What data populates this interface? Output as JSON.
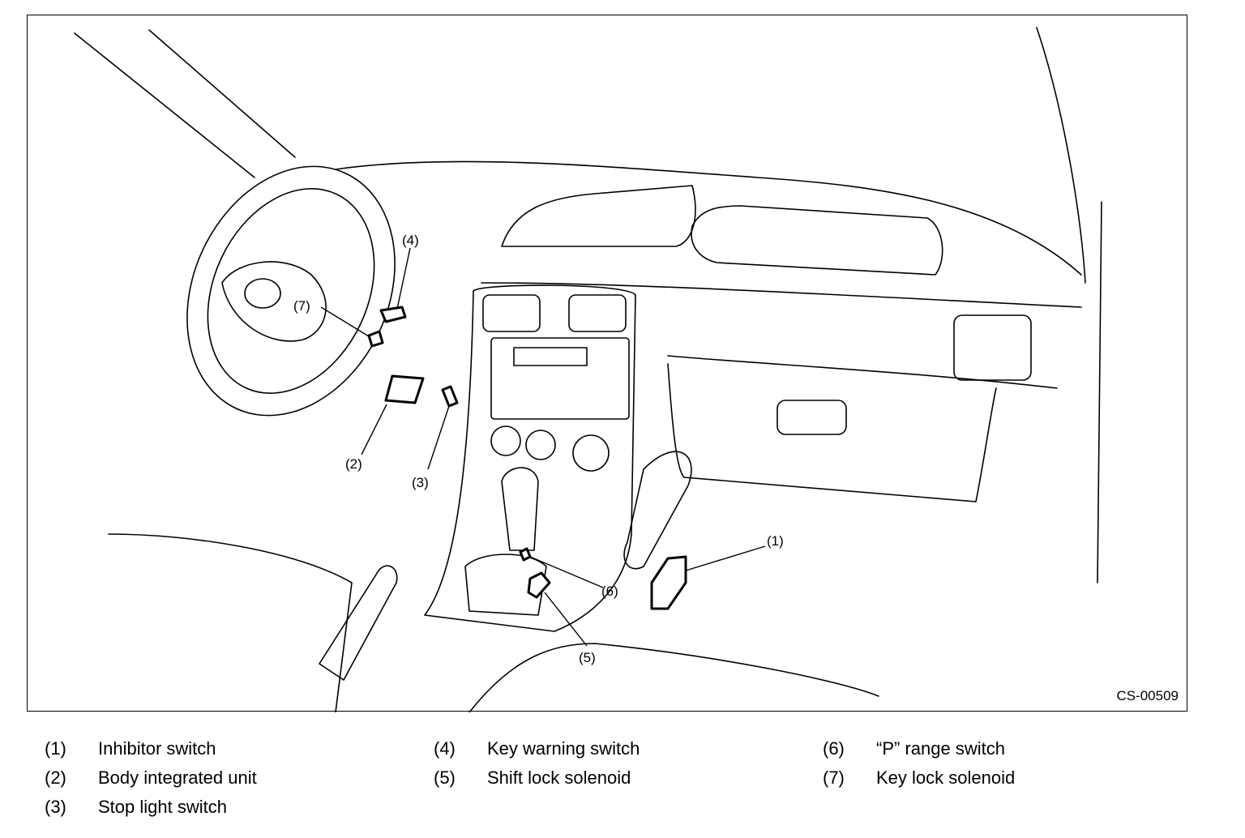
{
  "figure": {
    "code": "CS-00509",
    "subject": "Vehicle interior dashboard, steering wheel and center console with component locations",
    "callouts": [
      {
        "id": 1,
        "text": "(1)"
      },
      {
        "id": 2,
        "text": "(2)"
      },
      {
        "id": 3,
        "text": "(3)"
      },
      {
        "id": 4,
        "text": "(4)"
      },
      {
        "id": 5,
        "text": "(5)"
      },
      {
        "id": 6,
        "text": "(6)"
      },
      {
        "id": 7,
        "text": "(7)"
      }
    ]
  },
  "legend": [
    {
      "num": "(1)",
      "label": "Inhibitor switch"
    },
    {
      "num": "(2)",
      "label": "Body integrated unit"
    },
    {
      "num": "(3)",
      "label": "Stop light switch"
    },
    {
      "num": "(4)",
      "label": "Key warning switch"
    },
    {
      "num": "(5)",
      "label": "Shift lock solenoid"
    },
    {
      "num": "(6)",
      "label": "“P” range switch"
    },
    {
      "num": "(7)",
      "label": "Key lock solenoid"
    }
  ]
}
